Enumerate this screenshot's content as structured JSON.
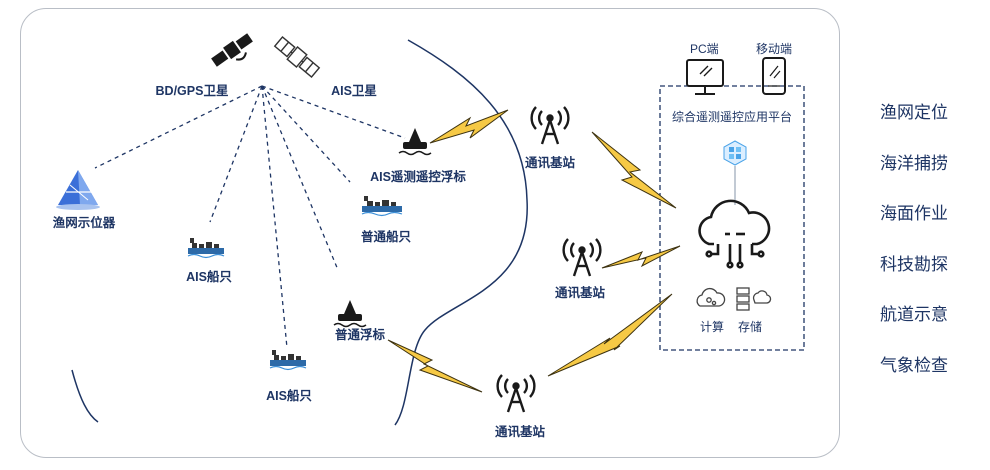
{
  "satellites": {
    "bdgps": "BD/GPS卫星",
    "ais": "AIS卫星"
  },
  "nodes": {
    "fishing_marker": "渔网示位器",
    "ais_ship_1": "AIS船只",
    "ais_ship_2": "AIS船只",
    "ais_buoy": "AIS遥测遥控浮标",
    "normal_ship": "普通船只",
    "normal_buoy": "普通浮标"
  },
  "stations": {
    "top": "通讯基站",
    "middle": "通讯基站",
    "bottom": "通讯基站"
  },
  "platform": {
    "title": "综合遥测遥控应用平台",
    "pc": "PC端",
    "mobile": "移动端",
    "compute": "计算",
    "storage": "存储"
  },
  "applications": [
    "渔网定位",
    "海洋捕捞",
    "海面作业",
    "科技勘探",
    "航道示意",
    "气象检查"
  ],
  "colors": {
    "navy": "#1e3564",
    "lightning": "#f6c945",
    "accent_blue": "#3b8fd8",
    "frame_gray": "#b9bec6"
  }
}
